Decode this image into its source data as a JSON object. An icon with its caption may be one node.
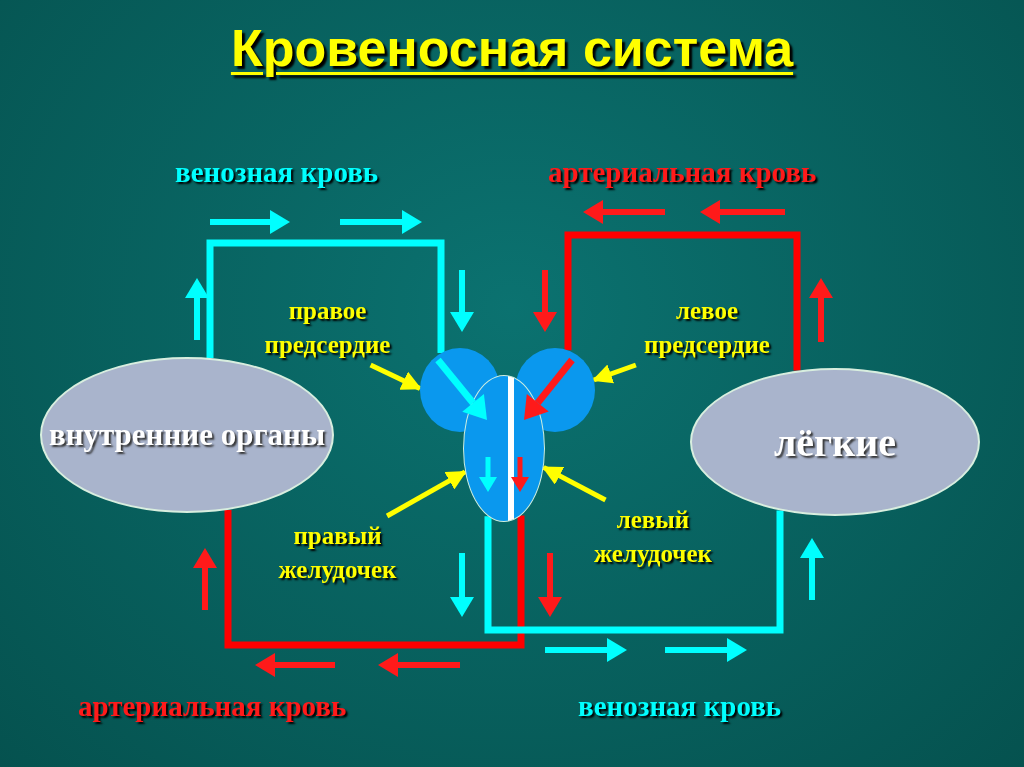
{
  "diagram": {
    "title": "Кровеносная система",
    "nodes": [
      {
        "text": [
          "внутренние органы"
        ]
      },
      {
        "text": [
          "лёгкие"
        ]
      },
      {
        "text": [],
        "shape": "circle"
      },
      {
        "text": [],
        "shape": "circle"
      },
      {
        "text": [],
        "shape": "oval"
      },
      {
        "text": [
          "правое предсердие"
        ]
      },
      {
        "text": [
          "левое предсердие"
        ]
      },
      {
        "text": [
          "правый желудочек"
        ]
      },
      {
        "text": [
          "левый желудочек"
        ]
      }
    ],
    "edges": [
      {
        "from": 0,
        "to": 2,
        "arrow": "none",
        "color": "#00ffff"
      },
      {
        "from": 1,
        "to": 3,
        "arrow": "none",
        "color": "#ff0000"
      },
      {
        "from": 4,
        "to": 0,
        "arrow": "none",
        "color": "#ff0000"
      },
      {
        "from": 4,
        "to": 1,
        "arrow": "none",
        "color": "#00ffff"
      },
      {
        "from": 5,
        "to": 2,
        "arrow": "to",
        "color": "#ffff00"
      },
      {
        "from": 6,
        "to": 3,
        "arrow": "to",
        "color": "#ffff00"
      },
      {
        "from": 7,
        "to": 4,
        "arrow": "to",
        "color": "#ffff00"
      },
      {
        "from": 8,
        "to": 4,
        "arrow": "to",
        "color": "#ffff00"
      }
    ],
    "labels": [
      "венозная кровь",
      "артериальная кровь",
      "артериальная кровь",
      "венозная кровь"
    ]
  }
}
